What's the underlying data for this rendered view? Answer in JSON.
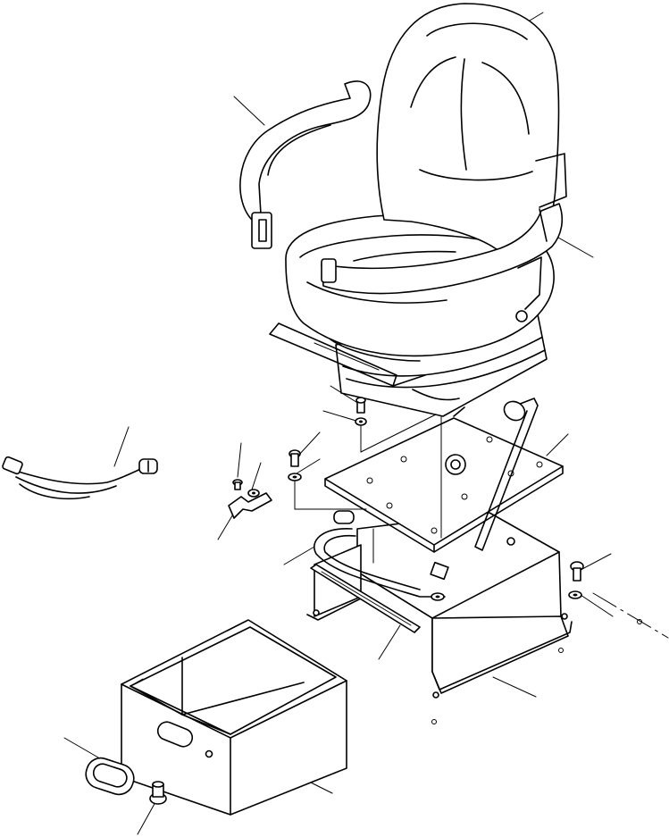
{
  "diagram": {
    "kind": "exploded-parts-view",
    "line_color": "#000000",
    "background_color": "#ffffff",
    "parts": [
      "seat-back",
      "seat-cushion",
      "seat-belt",
      "right-armrest",
      "seat-suspension",
      "adjust-lever",
      "mount-plate",
      "seat-stand",
      "slide-rail",
      "wire-harness",
      "clamp",
      "storage-box",
      "box-handle",
      "box-screw",
      "mount-bolt",
      "washer"
    ]
  }
}
